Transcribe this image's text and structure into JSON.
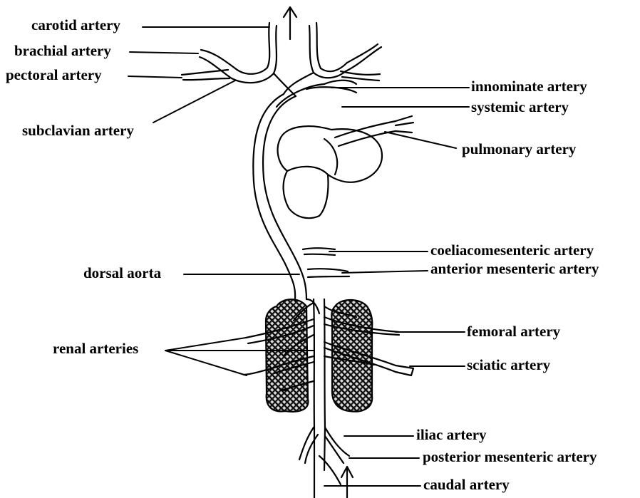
{
  "labels": {
    "carotid": "carotid artery",
    "brachial": "brachial artery",
    "pectoral": "pectoral artery",
    "subclavian": "subclavian  artery",
    "innominate": "innominate artery",
    "systemic": "systemic artery",
    "pulmonary": "pulmonary artery",
    "coeliacomesenteric": "coeliacomesenteric artery",
    "anterior_mesenteric": "anterior mesenteric artery",
    "dorsal_aorta": "dorsal aorta",
    "renal": "renal arteries",
    "femoral": "femoral artery",
    "sciatic": "sciatic artery",
    "iliac": "iliac artery",
    "posterior_mesenteric": "posterior mesenteric artery",
    "caudal": "caudal artery"
  },
  "colors": {
    "ink": "#000000",
    "kidney_fill": "#d9d9d9",
    "background": "#ffffff"
  }
}
